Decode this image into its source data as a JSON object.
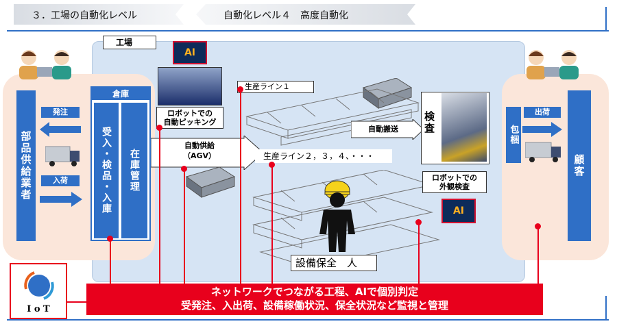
{
  "header": {
    "section_title": "３．工場の自動化レベル",
    "level_title": "自動化レベル４　高度自動化"
  },
  "factory": {
    "label": "工場"
  },
  "supplier": {
    "name": "部品供給業者",
    "order_label": "発注",
    "arrival_label": "入荷"
  },
  "warehouse": {
    "title": "倉庫",
    "col1": "受入・検品・入庫",
    "col2": "在庫管理"
  },
  "robot_picking": {
    "line1": "ロボットでの",
    "line2": "自動ピッキング"
  },
  "agv": {
    "line1": "自動供給",
    "line2": "（AGV）"
  },
  "lines": {
    "line1": "生産ライン１",
    "line2": "生産ライン２，３，４、・・・"
  },
  "transfer": {
    "label": "自動搬送"
  },
  "inspection": {
    "label": "検査",
    "caption1": "ロボットでの",
    "caption2": "外観検査"
  },
  "maintenance": {
    "label": "設備保全　人"
  },
  "customer": {
    "name": "顧客",
    "packing_label": "包梱",
    "shipping_label": "出荷"
  },
  "ai_badge": "AI",
  "iot": {
    "label": "I o T"
  },
  "network_banner": {
    "line1": "ネットワークでつながる工程、AIで個別判定",
    "line2": "受発注、入出荷、設備稼働状況、保全状況など監視と管理"
  },
  "colors": {
    "accent_blue": "#2f6fc6",
    "network_red": "#e8001c",
    "factory_bg": "#d6e4f4",
    "peach": "#fbe6da"
  }
}
